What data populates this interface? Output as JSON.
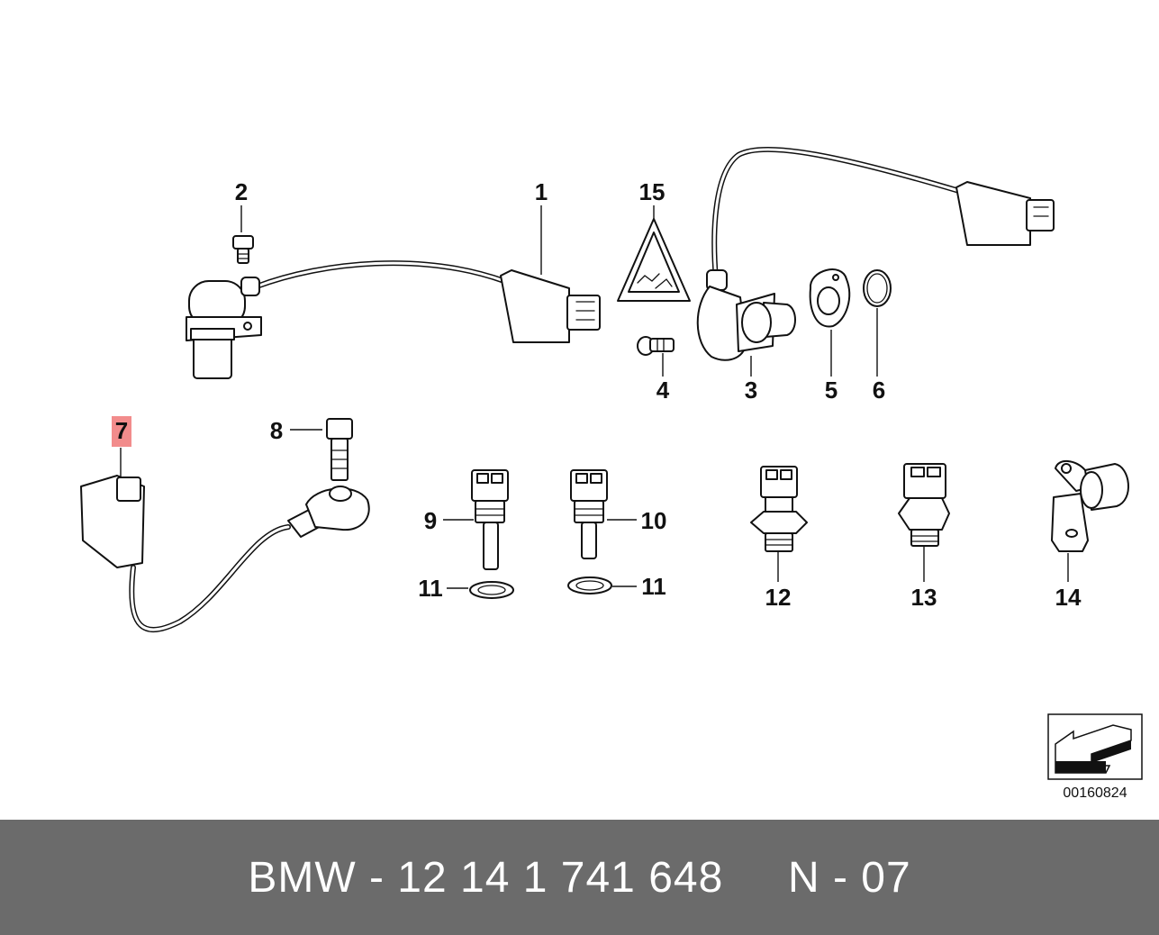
{
  "diagram": {
    "callouts": {
      "c1": "1",
      "c2": "2",
      "c3": "3",
      "c4": "4",
      "c5": "5",
      "c6": "6",
      "c7": "7",
      "c8": "8",
      "c9": "9",
      "c10": "10",
      "c11a": "11",
      "c11b": "11",
      "c12": "12",
      "c13": "13",
      "c14": "14",
      "c15": "15"
    },
    "highlighted_callout": "7",
    "highlight_color": "#f28c8c",
    "reference_code": "00160824",
    "reference_icon": "arrow-left-down-icon"
  },
  "footer": {
    "text": "BMW - 12 14 1 741 648     N - 07",
    "background": "#6b6b6b",
    "color": "#ffffff"
  }
}
